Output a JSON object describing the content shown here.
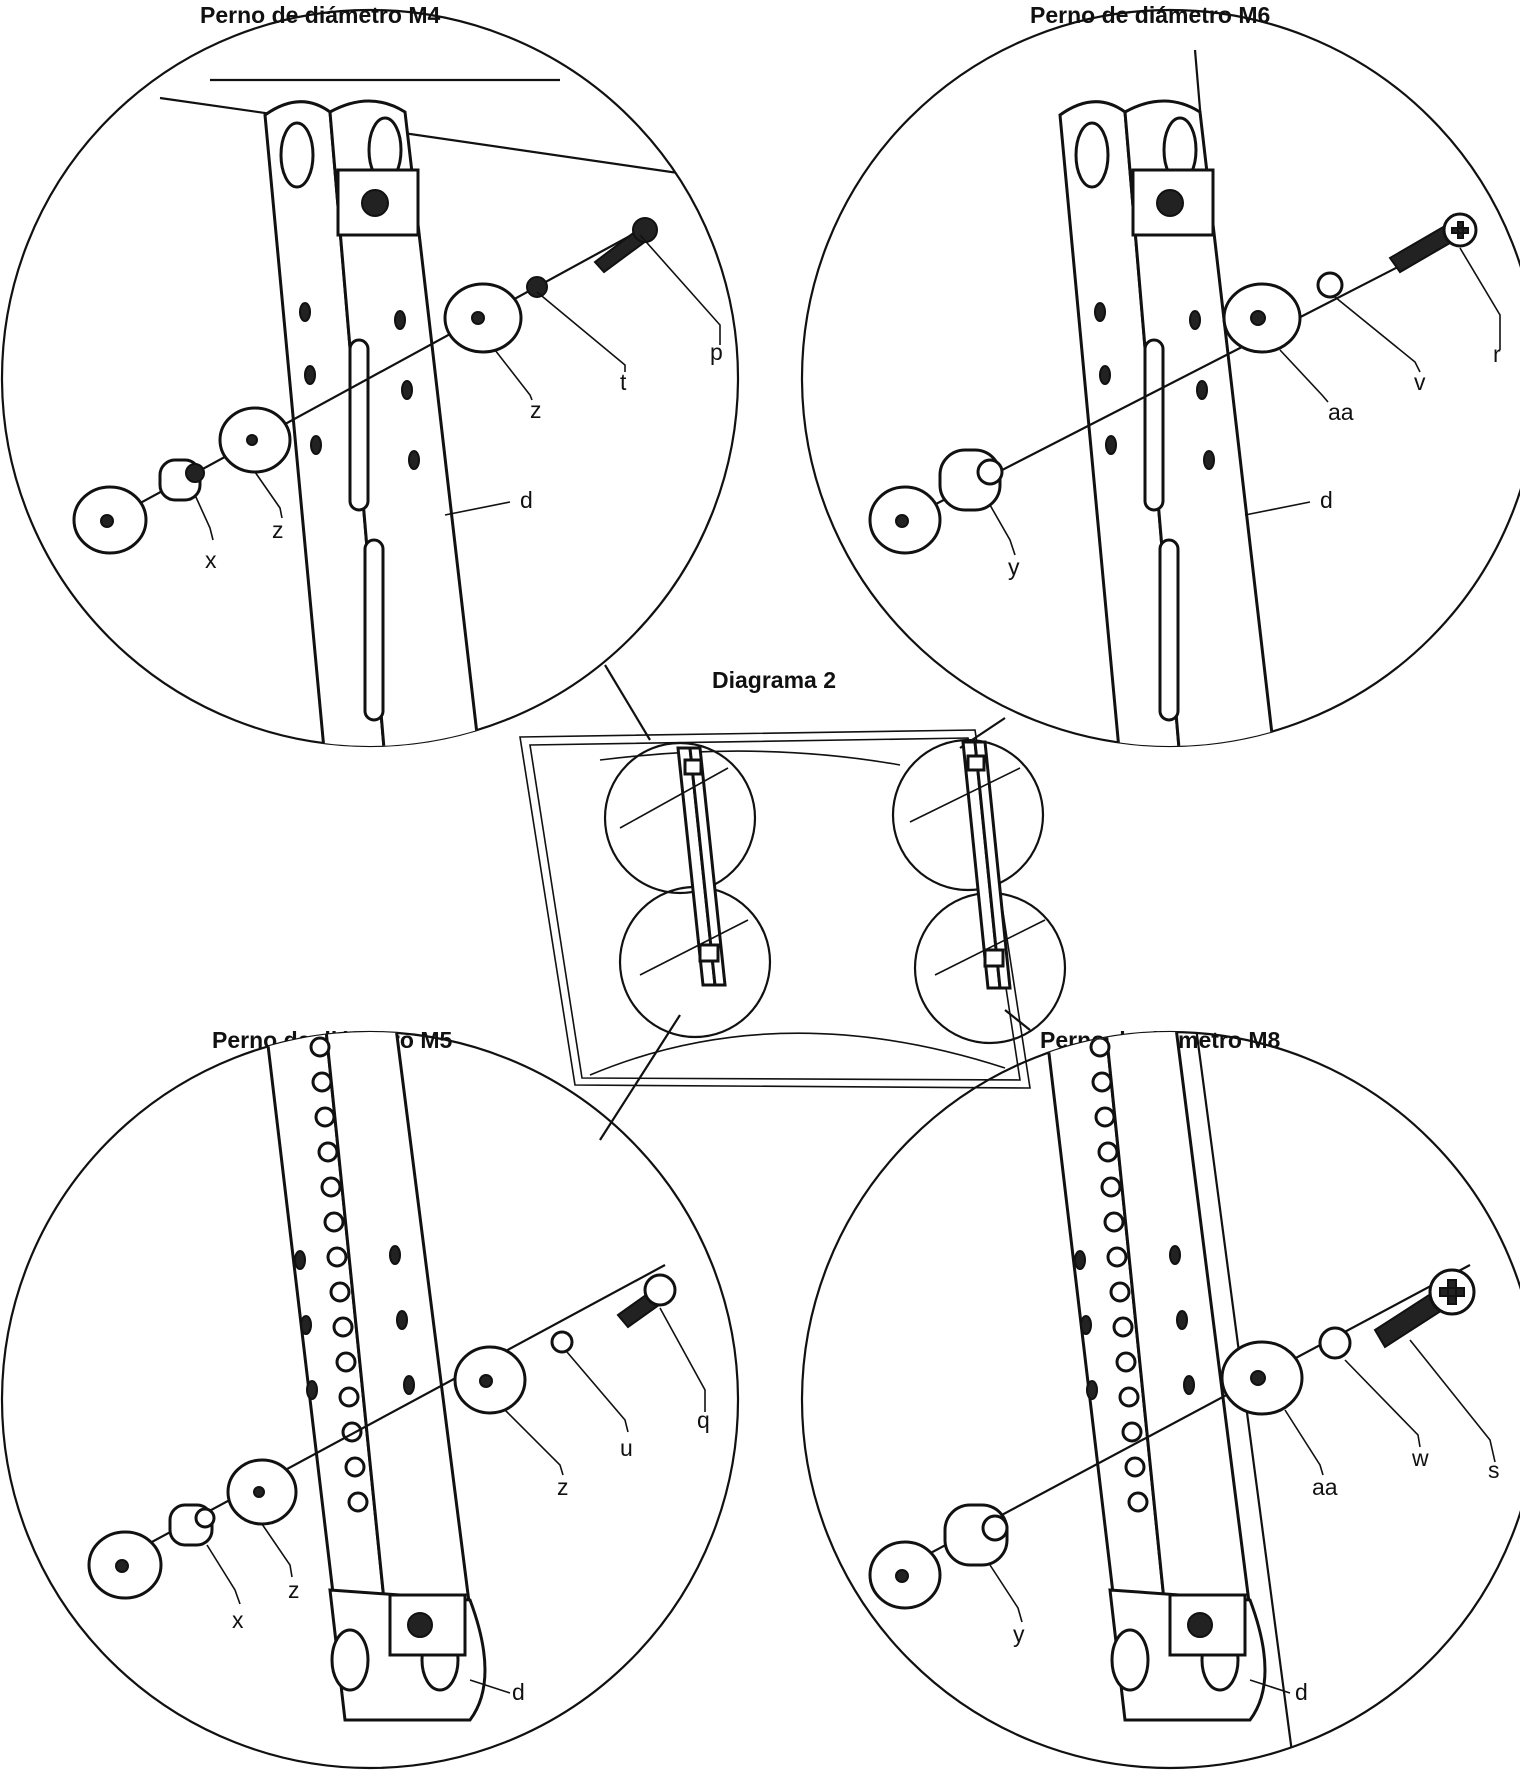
{
  "titles": {
    "m4": "Perno de diámetro M4",
    "m6": "Perno de diámetro M6",
    "diagram": "Diagrama 2",
    "m5": "Perno de diámetro M5",
    "m8": "Perno de diámetro M8"
  },
  "labels": {
    "m4": {
      "p": "p",
      "t": "t",
      "z1": "z",
      "z2": "z",
      "x": "x",
      "d": "d"
    },
    "m6": {
      "r": "r",
      "v": "v",
      "aa": "aa",
      "y": "y",
      "d": "d"
    },
    "m5": {
      "q": "q",
      "u": "u",
      "z1": "z",
      "z2": "z",
      "x": "x",
      "d": "d"
    },
    "m8": {
      "s": "s",
      "w": "w",
      "aa": "aa",
      "y": "y",
      "d": "d"
    }
  }
}
